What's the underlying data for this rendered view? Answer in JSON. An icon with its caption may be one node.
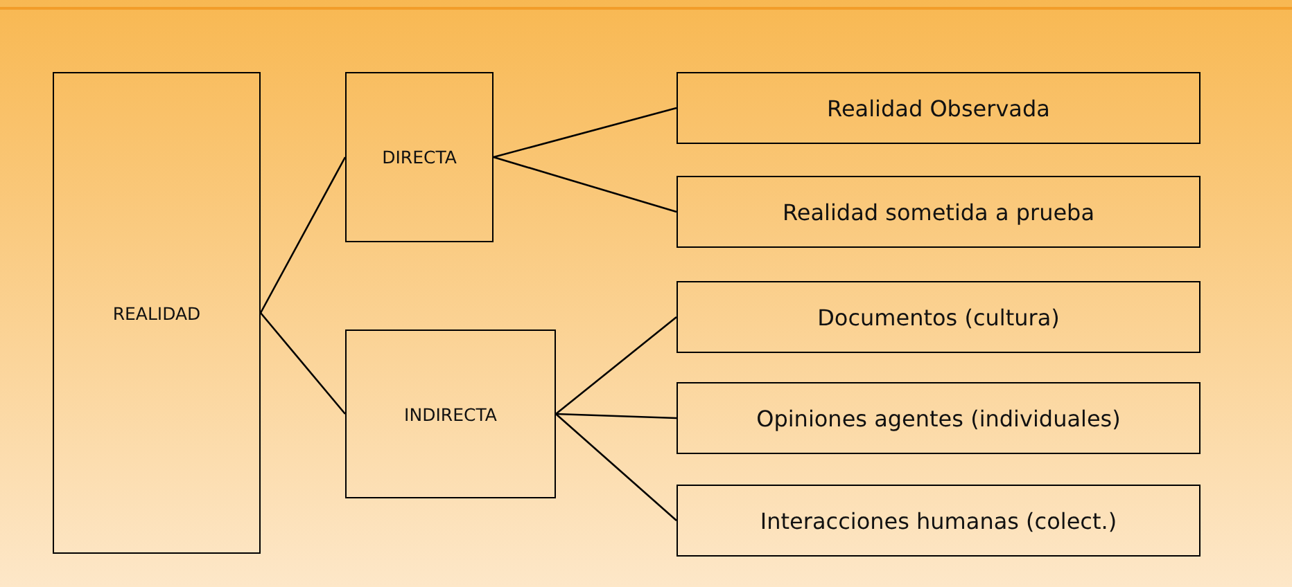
{
  "diagram": {
    "nodes": [
      {
        "text": [
          "REALIDAD"
        ]
      },
      {
        "text": [
          "DIRECTA"
        ]
      },
      {
        "text": [
          "INDIRECTA"
        ]
      },
      {
        "text": [
          "Realidad Observada"
        ]
      },
      {
        "text": [
          "Realidad sometida a prueba"
        ]
      },
      {
        "text": [
          "Documentos (cultura)"
        ]
      },
      {
        "text": [
          "Opiniones agentes (individuales)"
        ]
      },
      {
        "text": [
          "Interacciones humanas (colect.)"
        ]
      }
    ],
    "edges": [
      {
        "from": 0,
        "to": 1,
        "arrow": "none"
      },
      {
        "from": 0,
        "to": 2,
        "arrow": "none"
      },
      {
        "from": 1,
        "to": 3,
        "arrow": "none"
      },
      {
        "from": 1,
        "to": 4,
        "arrow": "none"
      },
      {
        "from": 2,
        "to": 5,
        "arrow": "none"
      },
      {
        "from": 2,
        "to": 6,
        "arrow": "none"
      },
      {
        "from": 2,
        "to": 7,
        "arrow": "none"
      }
    ]
  }
}
